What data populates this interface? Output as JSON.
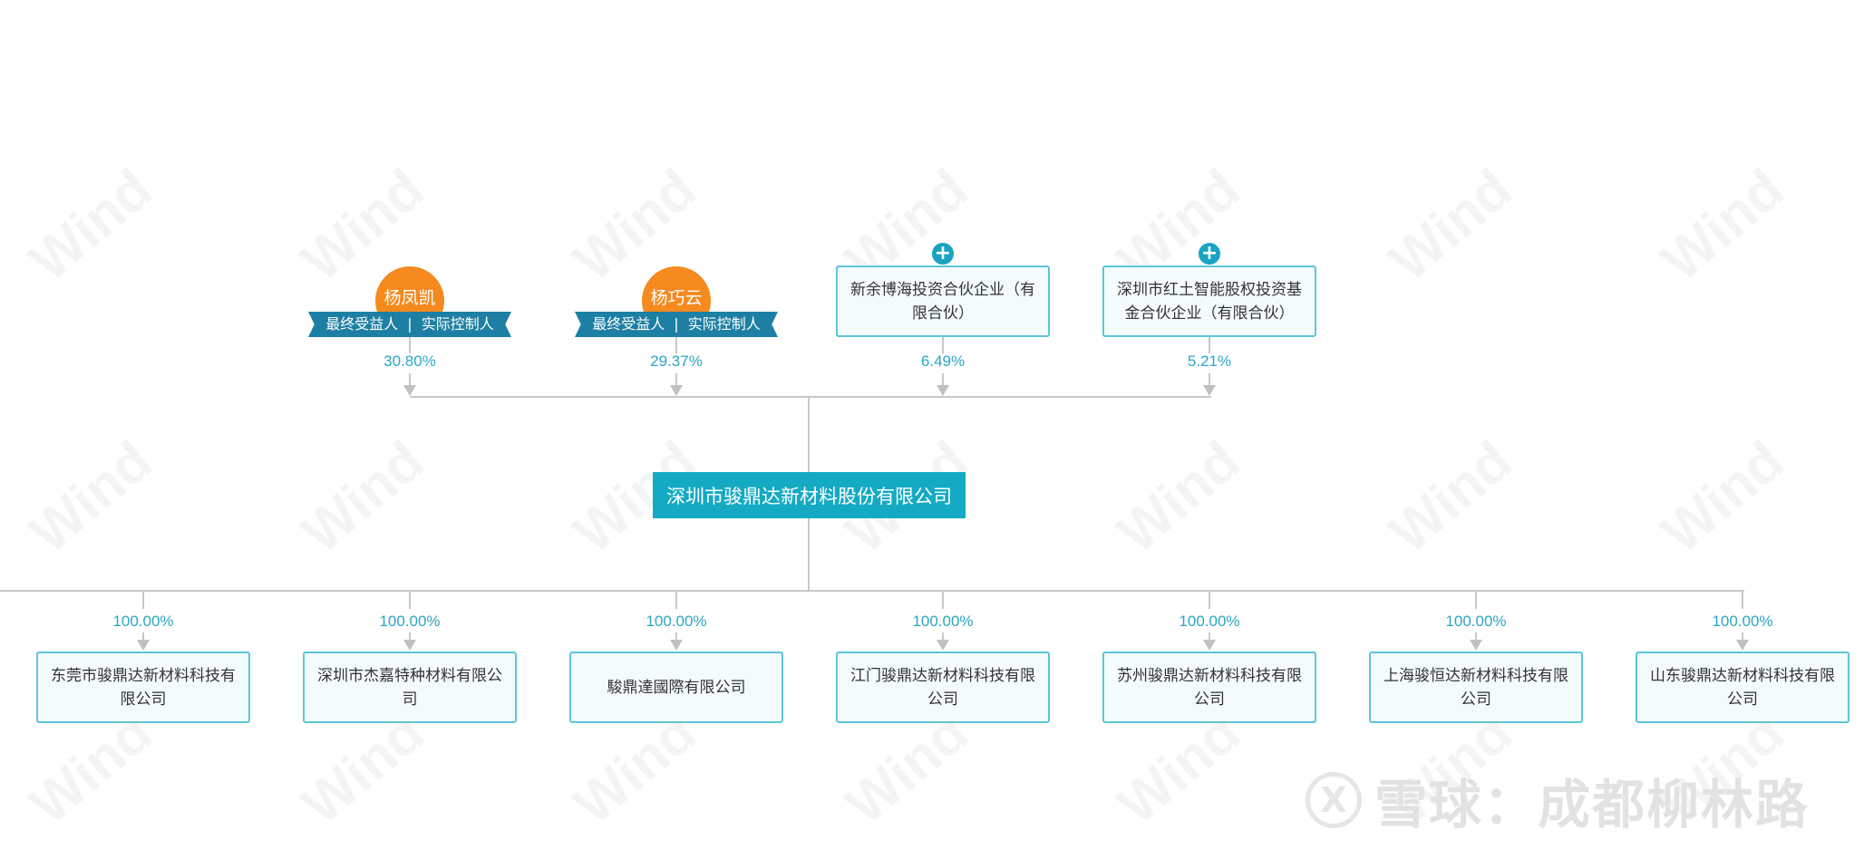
{
  "watermark": {
    "text": "Wind"
  },
  "shareholders": [
    {
      "type": "person",
      "name": "杨凤凯",
      "tags": [
        "最终受益人",
        "实际控制人"
      ],
      "percent": "30.80%"
    },
    {
      "type": "person",
      "name": "杨巧云",
      "tags": [
        "最终受益人",
        "实际控制人"
      ],
      "percent": "29.37%"
    },
    {
      "type": "company",
      "name": "新余博海投资合伙企业（有限合伙）",
      "percent": "6.49%",
      "expand_icon": "plus-icon"
    },
    {
      "type": "company",
      "name": "深圳市红土智能股权投资基金合伙企业（有限合伙）",
      "percent": "5.21%",
      "expand_icon": "plus-icon"
    }
  ],
  "company": {
    "name": "深圳市骏鼎达新材料股份有限公司"
  },
  "subsidiaries": [
    {
      "name": "东莞市骏鼎达新材料科技有限公司",
      "percent": "100.00%"
    },
    {
      "name": "深圳市杰嘉特种材料有限公司",
      "percent": "100.00%"
    },
    {
      "name": "駿鼎達國際有限公司",
      "percent": "100.00%"
    },
    {
      "name": "江门骏鼎达新材料科技有限公司",
      "percent": "100.00%"
    },
    {
      "name": "苏州骏鼎达新材料科技有限公司",
      "percent": "100.00%"
    },
    {
      "name": "上海骏恒达新材料科技有限公司",
      "percent": "100.00%"
    },
    {
      "name": "山东骏鼎达新材料科技有限公司",
      "percent": "100.00%"
    }
  ],
  "footer_watermark": {
    "logo": "X",
    "text": "雪球：成都柳林路"
  },
  "colors": {
    "person": "#f58a1f",
    "ribbon": "#1d7fa3",
    "accent": "#15aac4",
    "percent": "#2ba6c4",
    "box_border": "#5cc6db"
  }
}
